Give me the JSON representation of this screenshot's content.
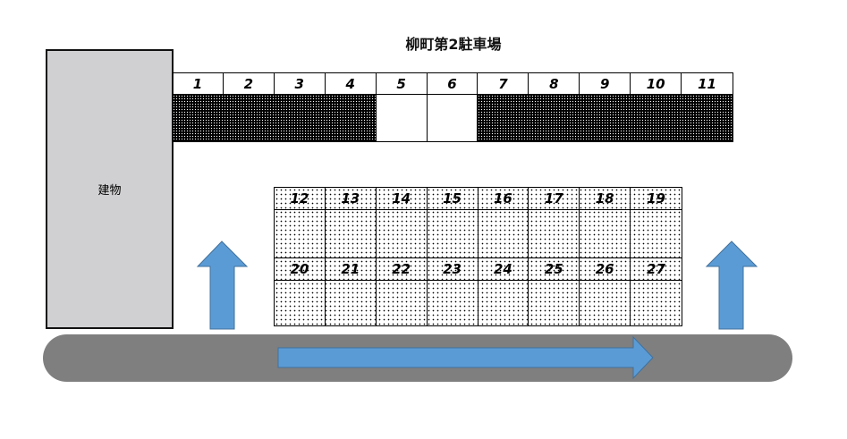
{
  "title": "柳町第2駐車場",
  "building": "建物",
  "top_spaces": [
    {
      "n": "1",
      "occupied": true
    },
    {
      "n": "2",
      "occupied": true
    },
    {
      "n": "3",
      "occupied": true
    },
    {
      "n": "4",
      "occupied": true
    },
    {
      "n": "5",
      "occupied": false
    },
    {
      "n": "6",
      "occupied": false
    },
    {
      "n": "7",
      "occupied": true
    },
    {
      "n": "8",
      "occupied": true
    },
    {
      "n": "9",
      "occupied": true
    },
    {
      "n": "10",
      "occupied": true
    },
    {
      "n": "11",
      "occupied": true
    }
  ],
  "bottom_rows": [
    [
      "12",
      "13",
      "14",
      "15",
      "16",
      "17",
      "18",
      "19"
    ],
    [
      "20",
      "21",
      "22",
      "23",
      "24",
      "25",
      "26",
      "27"
    ]
  ],
  "colors": {
    "arrow": "#5b9bd5",
    "road": "#7f7f7f",
    "building": "#d0cfd1"
  }
}
